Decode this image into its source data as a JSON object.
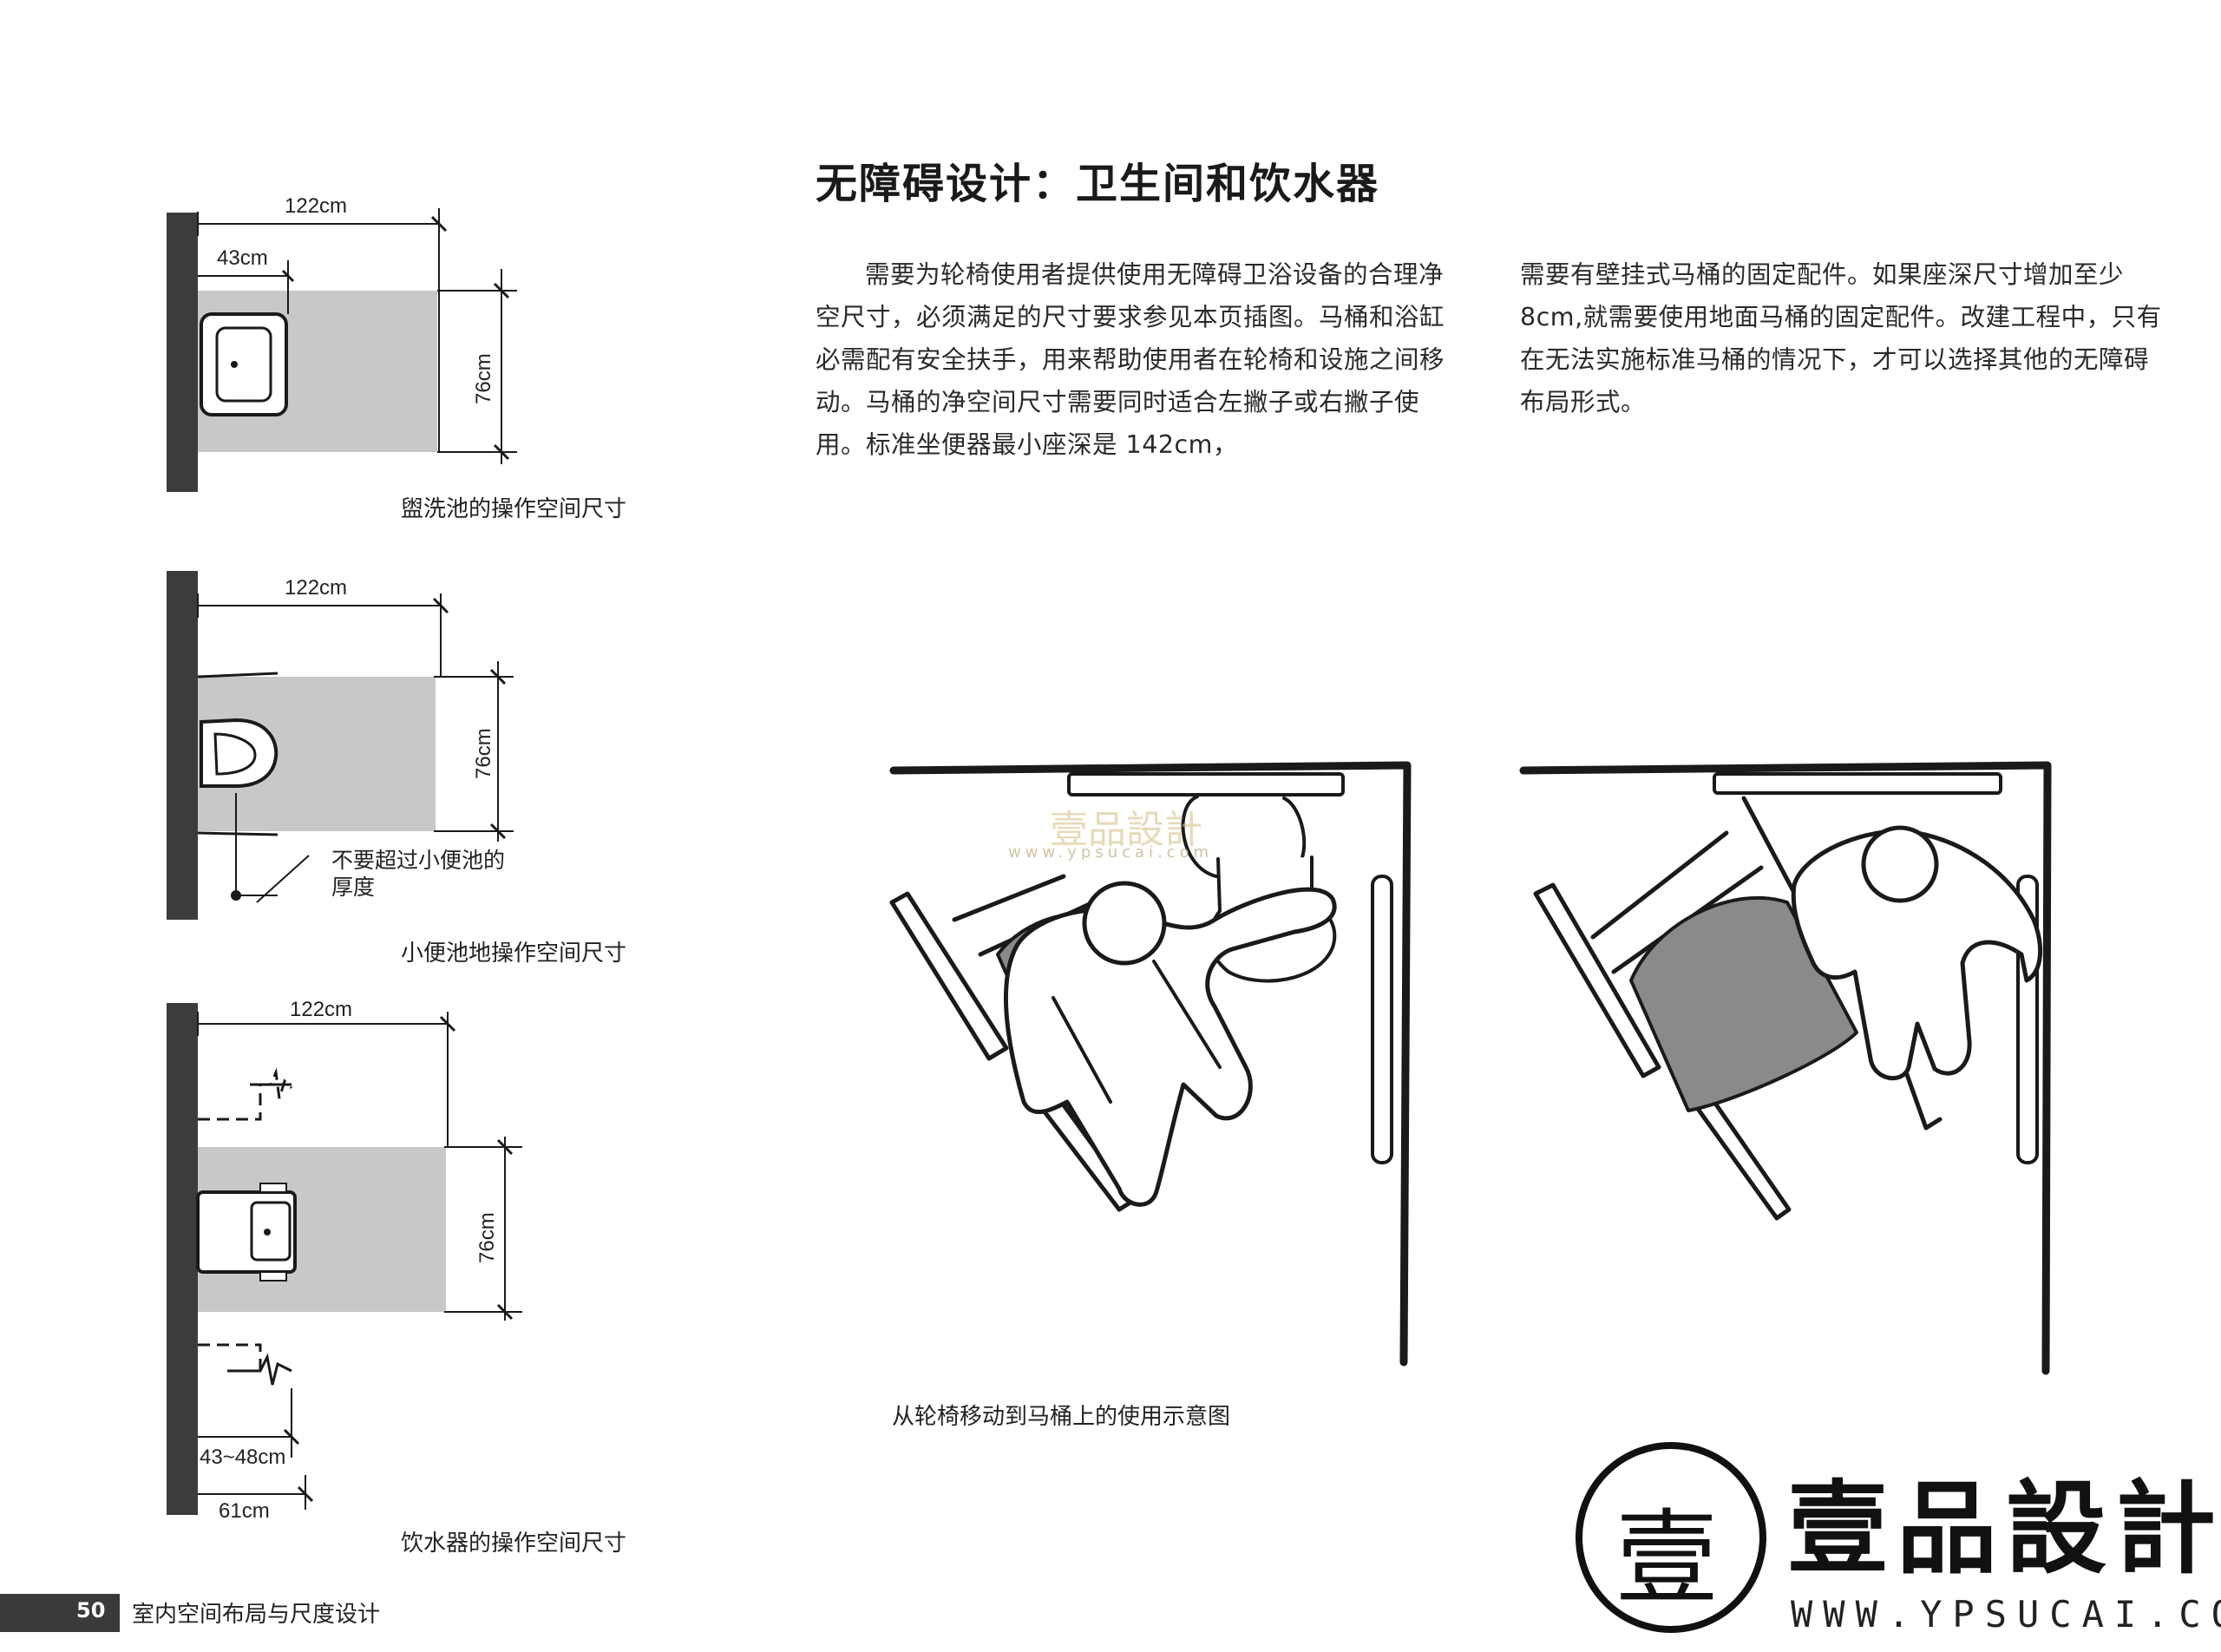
{
  "title": "无障碍设计：卫生间和饮水器",
  "paragraphs": [
    "需要为轮椅使用者提供使用无障碍卫浴设备的合理净空尺寸，必须满足的尺寸要求参见本页插图。马桶和浴缸必需配有安全扶手，用来帮助使用者在轮椅和设施之间移动。马桶的净空间尺寸需要同时适合左撇子或右撇子使用。标准坐便器最小座深是 142cm，",
    "需要有壁挂式马桶的固定配件。如果座深尺寸增加至少 8cm,就需要使用地面马桶的固定配件。改建工程中，只有在无法实施标准马桶的情况下，才可以选择其他的无障碍布局形式。"
  ],
  "diagrams": {
    "lavatory": {
      "width_label": "122cm",
      "offset_label": "43cm",
      "depth_label": "76cm",
      "caption": "盥洗池的操作空间尺寸"
    },
    "urinal": {
      "width_label": "122cm",
      "depth_label": "76cm",
      "note": "不要超过小便池的厚度",
      "caption": "小便池地操作空间尺寸"
    },
    "fountain": {
      "width_label": "122cm",
      "depth_label": "76cm",
      "knee_label": "43~48cm",
      "base_label": "61cm",
      "caption": "饮水器的操作空间尺寸"
    },
    "transfer": {
      "caption": "从轮椅移动到马桶上的使用示意图"
    }
  },
  "watermark": {
    "small_cn": "壹品設計",
    "small_url": "www.ypsucai.com"
  },
  "footer": {
    "page_number": "50",
    "book_title": "室内空间布局与尺度设计"
  },
  "brand": {
    "logo_char": "壹",
    "name": "壹品設計",
    "url": "WWW.YPSUCAI.COM"
  },
  "colors": {
    "wall": "#3c3c3c",
    "clear_space": "#c8c8c8",
    "ink": "#1a1a1a",
    "footer_bar": "#3a3a3a",
    "watermark": "#c7b489"
  }
}
